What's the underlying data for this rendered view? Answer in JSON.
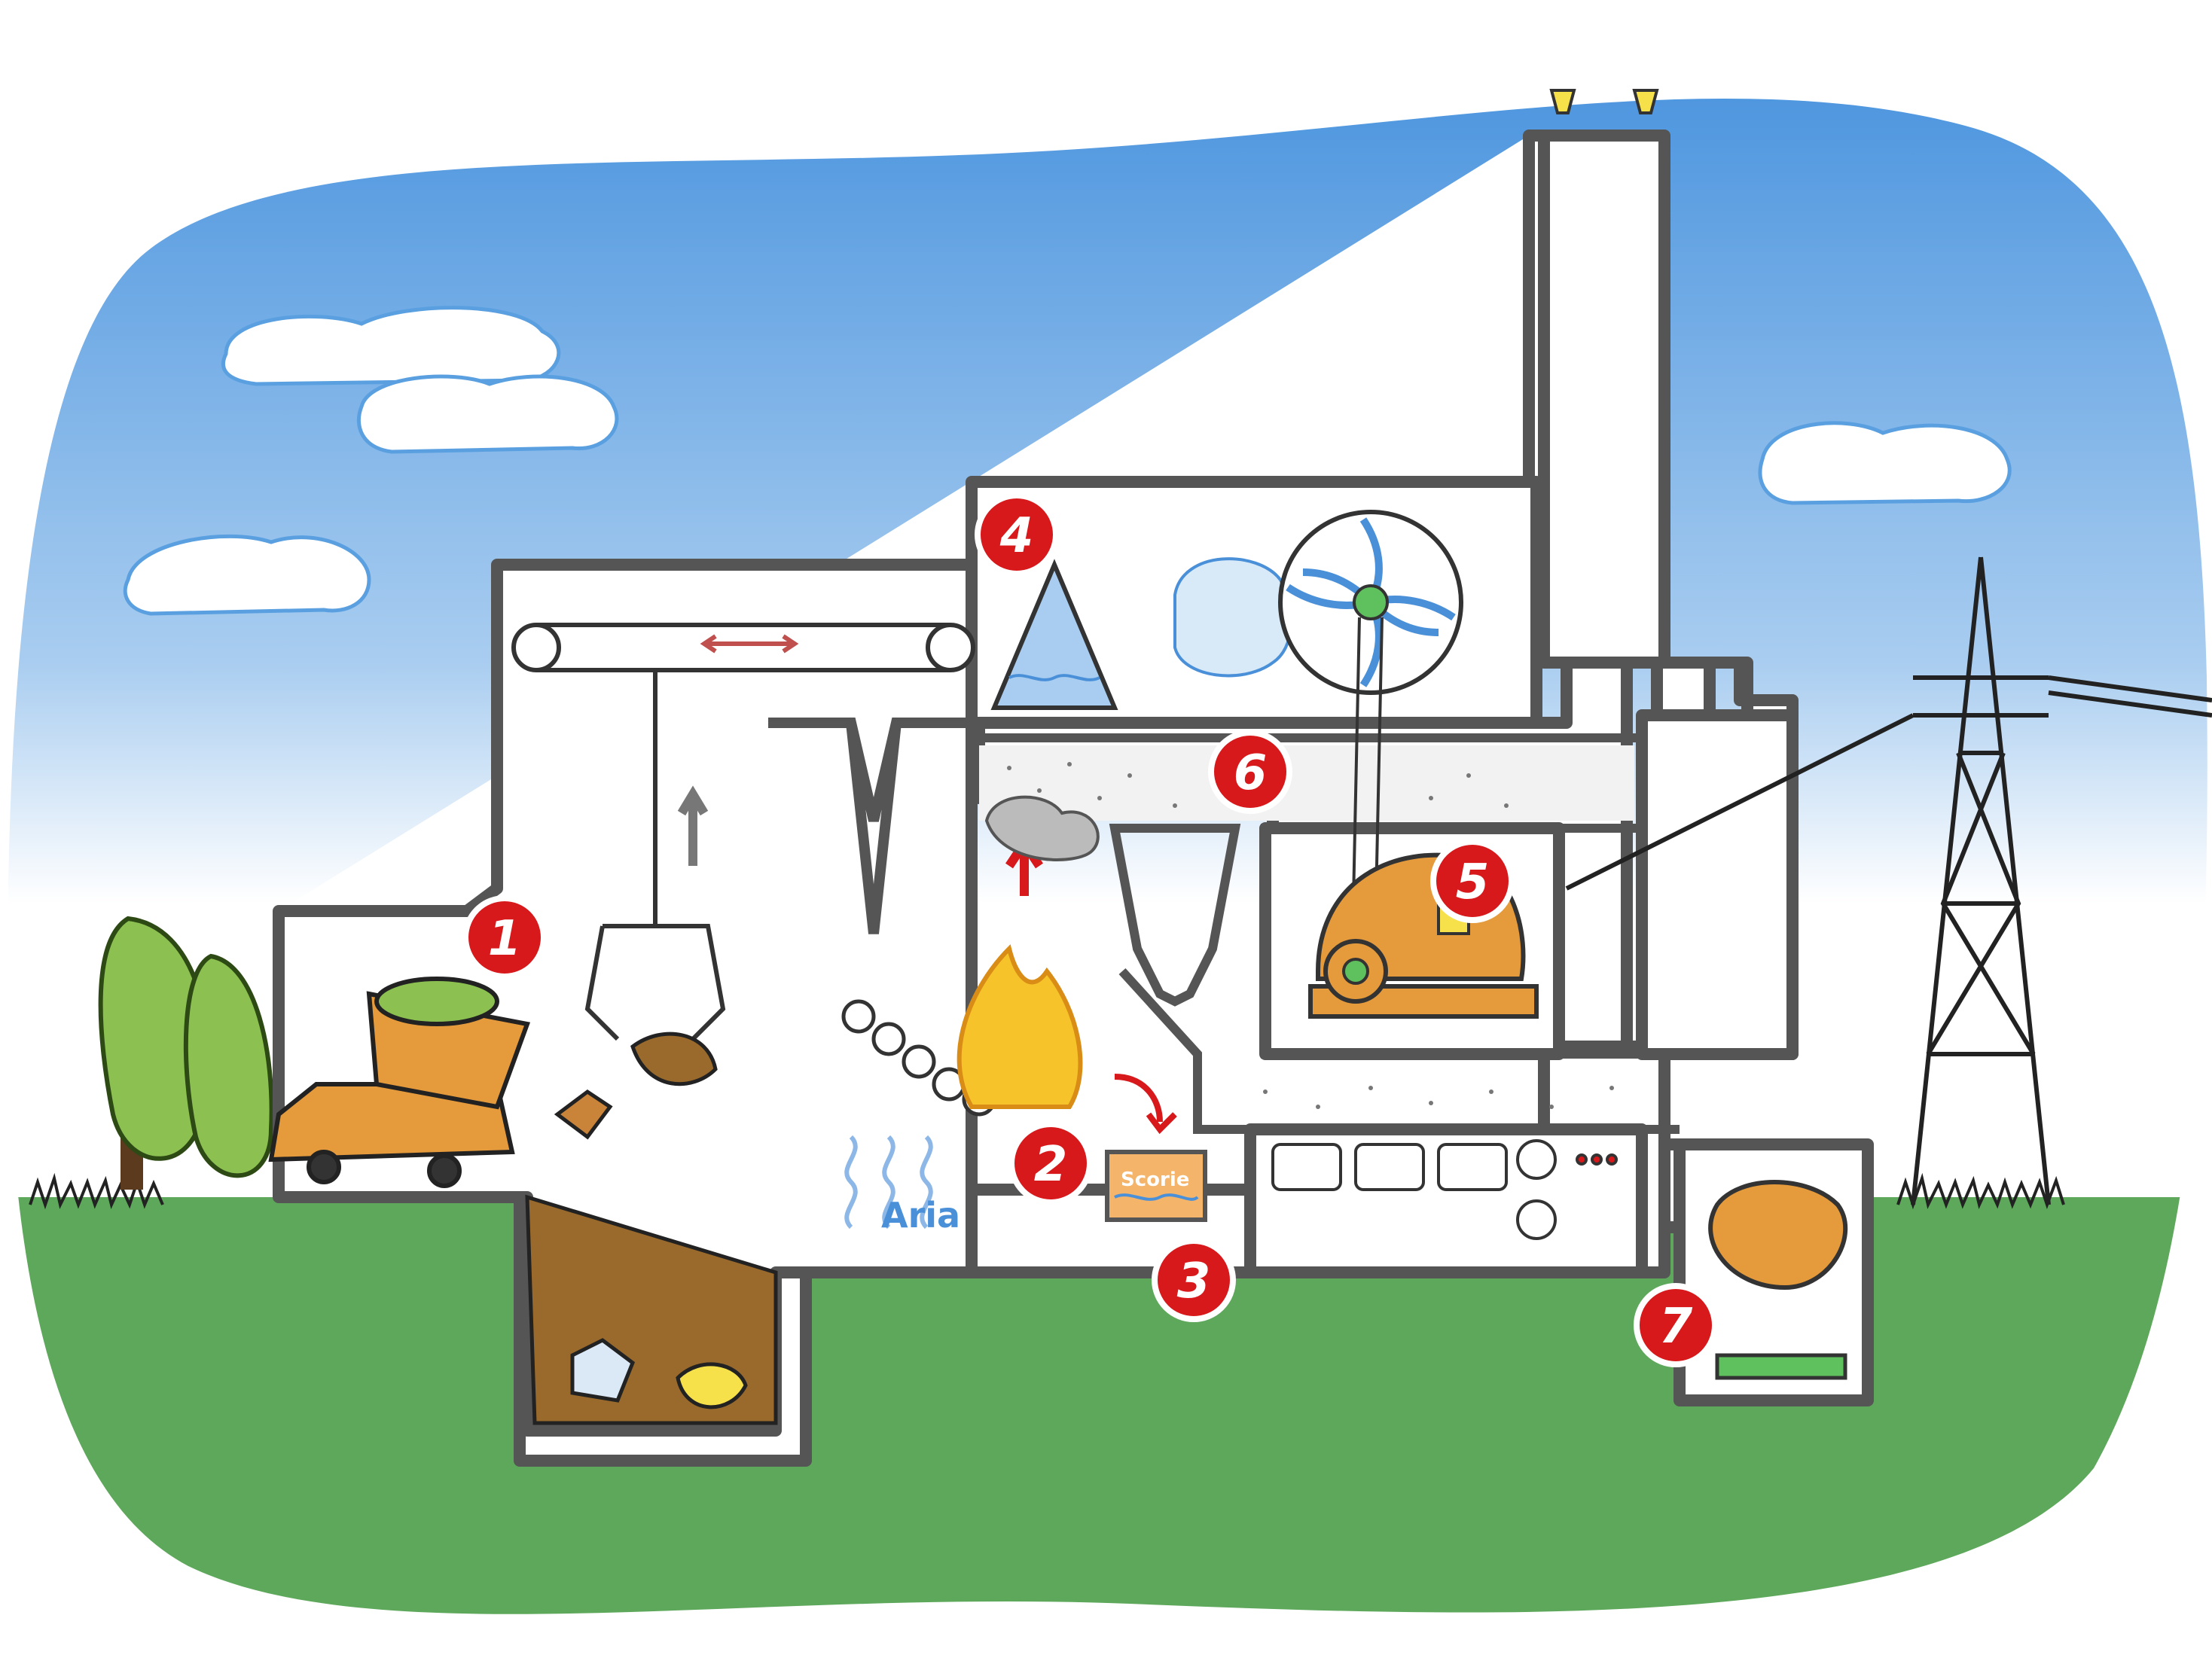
{
  "diagram": {
    "labels": {
      "air": "Aria",
      "slag": "Scorie"
    },
    "markers": [
      {
        "id": "1",
        "text": "1"
      },
      {
        "id": "2",
        "text": "2"
      },
      {
        "id": "3",
        "text": "3"
      },
      {
        "id": "4",
        "text": "4"
      },
      {
        "id": "5",
        "text": "5"
      },
      {
        "id": "6",
        "text": "6"
      },
      {
        "id": "7",
        "text": "7"
      }
    ],
    "colors": {
      "sky_top": "#4a93de",
      "sky_bottom": "#ffffff",
      "grass": "#5ea85c",
      "wall": "#555555",
      "marker_red": "#d7191c",
      "waste_brown": "#9a6a2c",
      "truck_orange": "#e59a3b",
      "generator_orange": "#e59a3b",
      "fan_blue": "#4a90d9",
      "flame_yellow": "#f6c32a",
      "arrow_red": "#d7191c"
    }
  }
}
